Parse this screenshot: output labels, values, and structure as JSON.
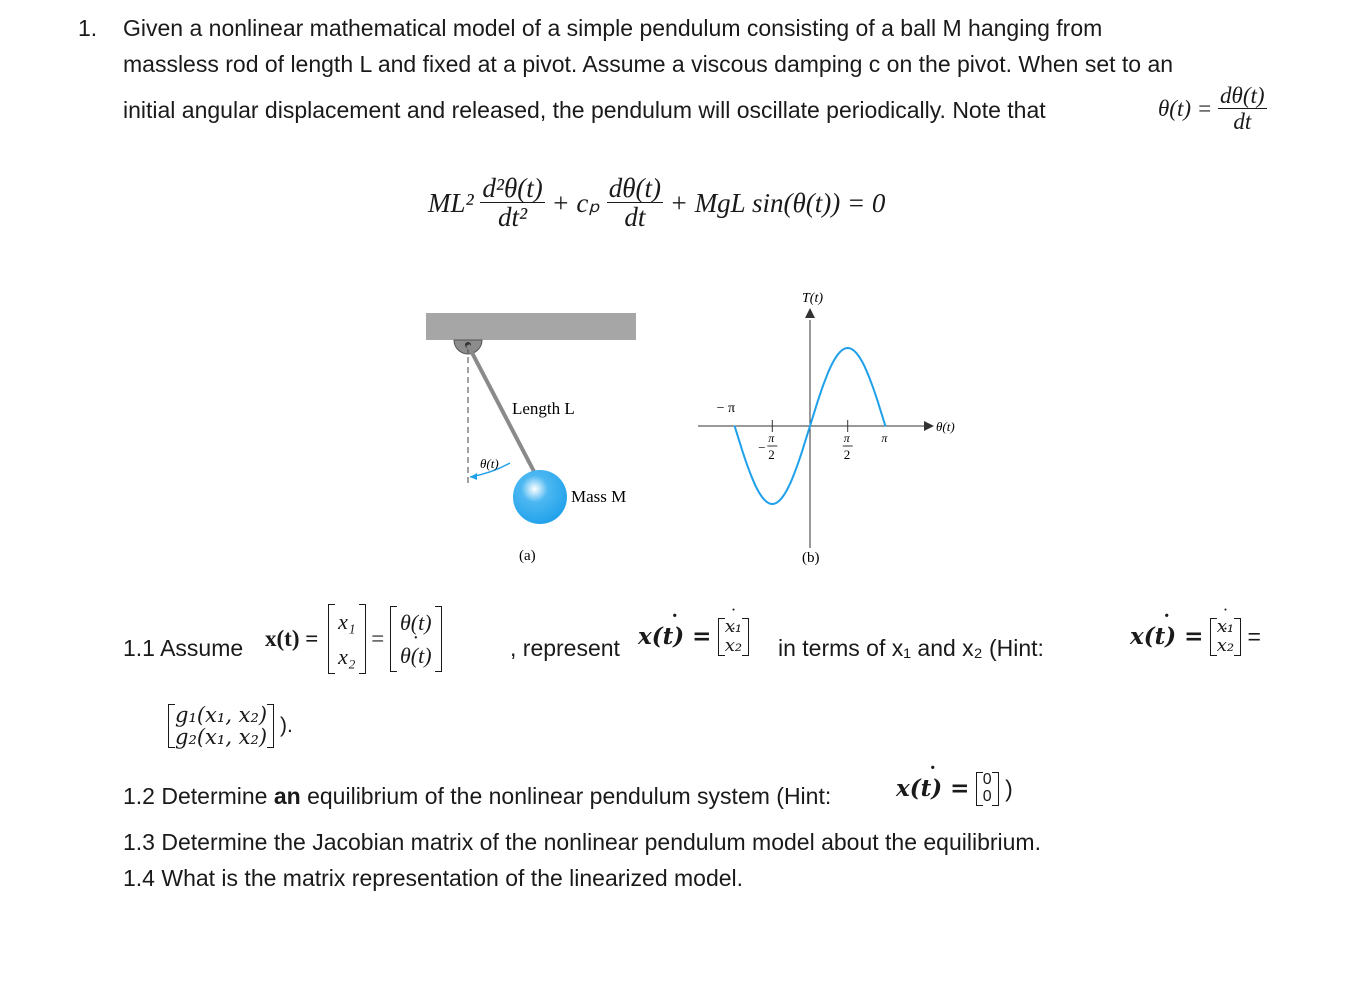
{
  "problem": {
    "number": "1.",
    "intro_line1": "Given a nonlinear mathematical model of a simple pendulum consisting of a ball M hanging from",
    "intro_line2": "massless rod of length L and fixed at a pivot. Assume a viscous damping c on the pivot. When set to an",
    "intro_line3": "initial angular displacement and released, the pendulum will oscillate periodically. Note that",
    "note_lhs": "θ(t) =",
    "note_num": "dθ(t)",
    "note_den": "dt"
  },
  "equation": {
    "ml2": "ML²",
    "t1_num": "d²θ(t)",
    "t1_den": "dt²",
    "plus_cp": "+ cₚ",
    "t2_num": "dθ(t)",
    "t2_den": "dt",
    "rest": "+ MgL sin(θ(t)) = 0"
  },
  "figure_a": {
    "length_label": "Length L",
    "angle_label": "θ(t)",
    "mass_label": "Mass M",
    "caption": "(a)"
  },
  "figure_b": {
    "y_label": "T(t)",
    "x_label": "θ(t)",
    "tick_neg_pi": "− π",
    "tick_neg_half": "−",
    "tick_pos_half_num": "π",
    "tick_pos_half_den": "2",
    "tick_pi": "π",
    "caption": "(b)"
  },
  "chart_data": {
    "type": "line",
    "title": "",
    "xlabel": "θ(t)",
    "ylabel": "T(t)",
    "x": [
      -3.1416,
      -2.3562,
      -1.5708,
      -0.7854,
      0,
      0.7854,
      1.5708,
      2.3562,
      3.1416
    ],
    "series": [
      {
        "values": [
          0,
          -0.7071,
          -1,
          -0.7071,
          0,
          0.7071,
          1,
          0.7071,
          0
        ]
      }
    ],
    "x_tick_labels": [
      "− π",
      "−π/2",
      "π/2",
      "π"
    ]
  },
  "q1_1": {
    "prefix": "1.1 Assume",
    "x_vec": "x(t) =",
    "x1": "x₁",
    "x2": "x₂",
    "eq": "=",
    "th": "θ(t)",
    "thdot": "θ(t)",
    "represent": ", represent",
    "xdot": "x(t) =",
    "xd1": "x₁",
    "xd2": "x₂",
    "in_terms": "in terms of x₁ and x₂ (Hint:",
    "hint_xdot": "x(t) =",
    "end_eq": "=",
    "g1": "g₁(x₁, x₂)",
    "g2": "g₂(x₁, x₂)",
    "close": ")."
  },
  "q1_2": {
    "text_a": "1.2 Determine",
    "text_b": "an",
    "text_c": "equilibrium of the nonlinear pendulum system (Hint:",
    "xdot": "x(t) =",
    "z1": "0",
    "z2": "0",
    "close": ")"
  },
  "q1_3": {
    "text": "1.3 Determine the Jacobian matrix of the nonlinear pendulum model about the equilibrium."
  },
  "q1_4": {
    "text": "1.4 What is the matrix representation of the linearized model."
  },
  "colors": {
    "ball": "#1ea0ea",
    "ceiling": "#a6a6a6",
    "curve": "#1ea0ea",
    "text": "#1a1a1a"
  }
}
